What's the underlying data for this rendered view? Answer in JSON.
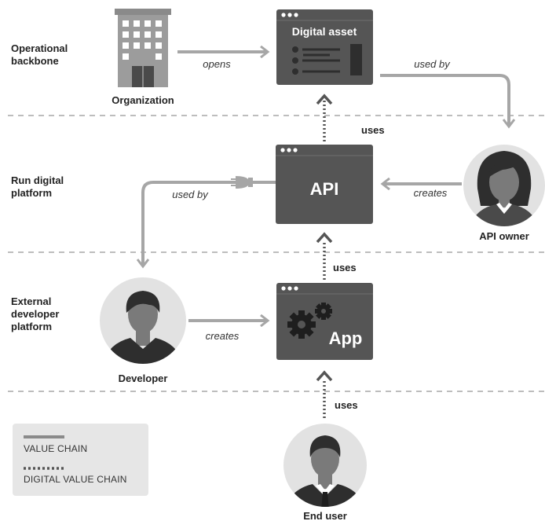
{
  "lanes": [
    {
      "line1": "Operational",
      "line2": "backbone"
    },
    {
      "line1": "Run digital",
      "line2": "platform"
    },
    {
      "line1": "External",
      "line2": "developer",
      "line3": "platform"
    }
  ],
  "actors": {
    "organization": "Organization",
    "api_owner": "API owner",
    "developer": "Developer",
    "end_user": "End user"
  },
  "boxes": {
    "digital_asset": "Digital asset",
    "api": "API",
    "app": "App"
  },
  "edges": {
    "opens": "opens",
    "used_by_asset": "used by",
    "creates_api": "creates",
    "used_by_api": "used by",
    "creates_app": "creates",
    "uses_api_asset": "uses",
    "uses_app_api": "uses",
    "uses_user_app": "uses"
  },
  "legend": {
    "value_chain": "VALUE CHAIN",
    "digital_value_chain": "DIGITAL VALUE CHAIN"
  },
  "colors": {
    "box_dark": "#555555",
    "arrow_gray": "#a6a6a6",
    "dotted": "#555555",
    "divider": "#bdbdbd"
  }
}
